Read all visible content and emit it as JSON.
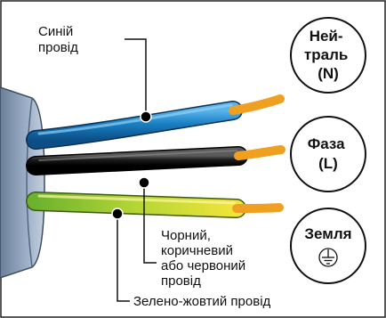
{
  "labels": {
    "blue_wire": [
      "Синій",
      "провід"
    ],
    "phase_wire": [
      "Чорний,",
      "коричневий",
      "або червоний",
      "провід"
    ],
    "ground_wire": "Зелено-жовтий провід"
  },
  "badges": {
    "neutral": [
      "Ней-",
      "траль",
      "(N)"
    ],
    "phase": [
      "Фаза",
      "(L)"
    ],
    "ground": "Земля"
  },
  "colors": {
    "blue_wire": "#1a7fc4",
    "black_wire": "#1a1a1a",
    "green_wire": "#9bc83c",
    "yellow_stripe": "#f0e040",
    "copper": "#f0a020",
    "cable_sheath": "#8aa0bc"
  }
}
